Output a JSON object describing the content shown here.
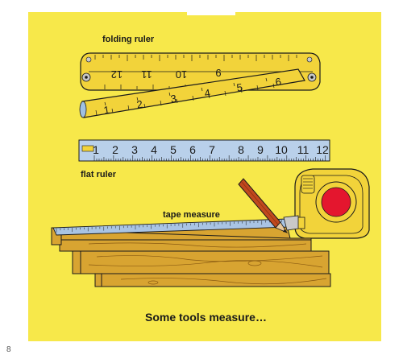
{
  "labels": {
    "folding_ruler": "folding ruler",
    "flat_ruler": "flat ruler",
    "tape_measure": "tape measure"
  },
  "caption": "Some tools measure…",
  "page_number": "8",
  "folding_ruler": {
    "top_numbers": [
      "12",
      "11",
      "10",
      "9"
    ],
    "bottom_numbers": [
      "1",
      "2",
      "3",
      "4",
      "5",
      "6"
    ]
  },
  "flat_ruler": {
    "numbers": [
      "1",
      "2",
      "3",
      "4",
      "5",
      "6",
      "7",
      "8",
      "9",
      "10",
      "11",
      "12"
    ]
  },
  "colors": {
    "page_bg": "#f7e84a",
    "ruler_yellow": "#f2d33a",
    "steel_blue": "#a9c4e4",
    "wood": "#d8a431",
    "red_button": "#e4162e"
  }
}
